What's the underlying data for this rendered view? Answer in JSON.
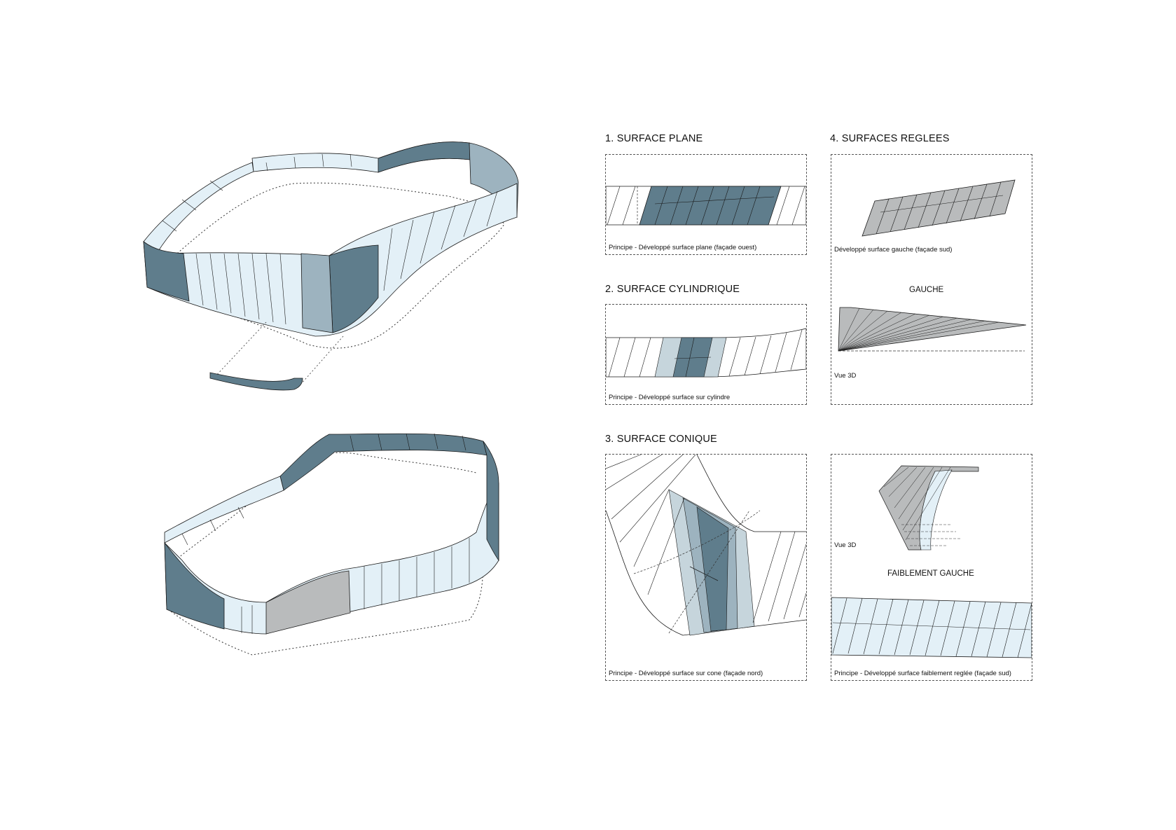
{
  "colors": {
    "light": "#e3f0f7",
    "mid": "#9db3bf",
    "dark": "#5f7d8c",
    "grey": "#b9bbbc",
    "pale": "#c6d5dc",
    "line": "#1a1a1a"
  },
  "sections": {
    "plane": {
      "title": "1. SURFACE PLANE",
      "caption": "Principe - Développé surface plane (façade ouest)"
    },
    "cylindrique": {
      "title": "2. SURFACE CYLINDRIQUE",
      "caption": "Principe - Développé surface sur cylindre"
    },
    "conique": {
      "title": "3. SURFACE CONIQUE",
      "caption": "Principe - Développé surface sur cone (façade nord)"
    },
    "reglees": {
      "title": "4. SURFACES REGLEES",
      "gauche_caption": "Développé surface gauche (façade sud)",
      "gauche_label": "GAUCHE",
      "vue3d_a": "Vue 3D",
      "vue3d_b": "Vue 3D",
      "faible_label": "FAIBLEMENT GAUCHE",
      "faible_caption": "Principe - Développé surface faiblement reglée (façade sud)"
    }
  }
}
